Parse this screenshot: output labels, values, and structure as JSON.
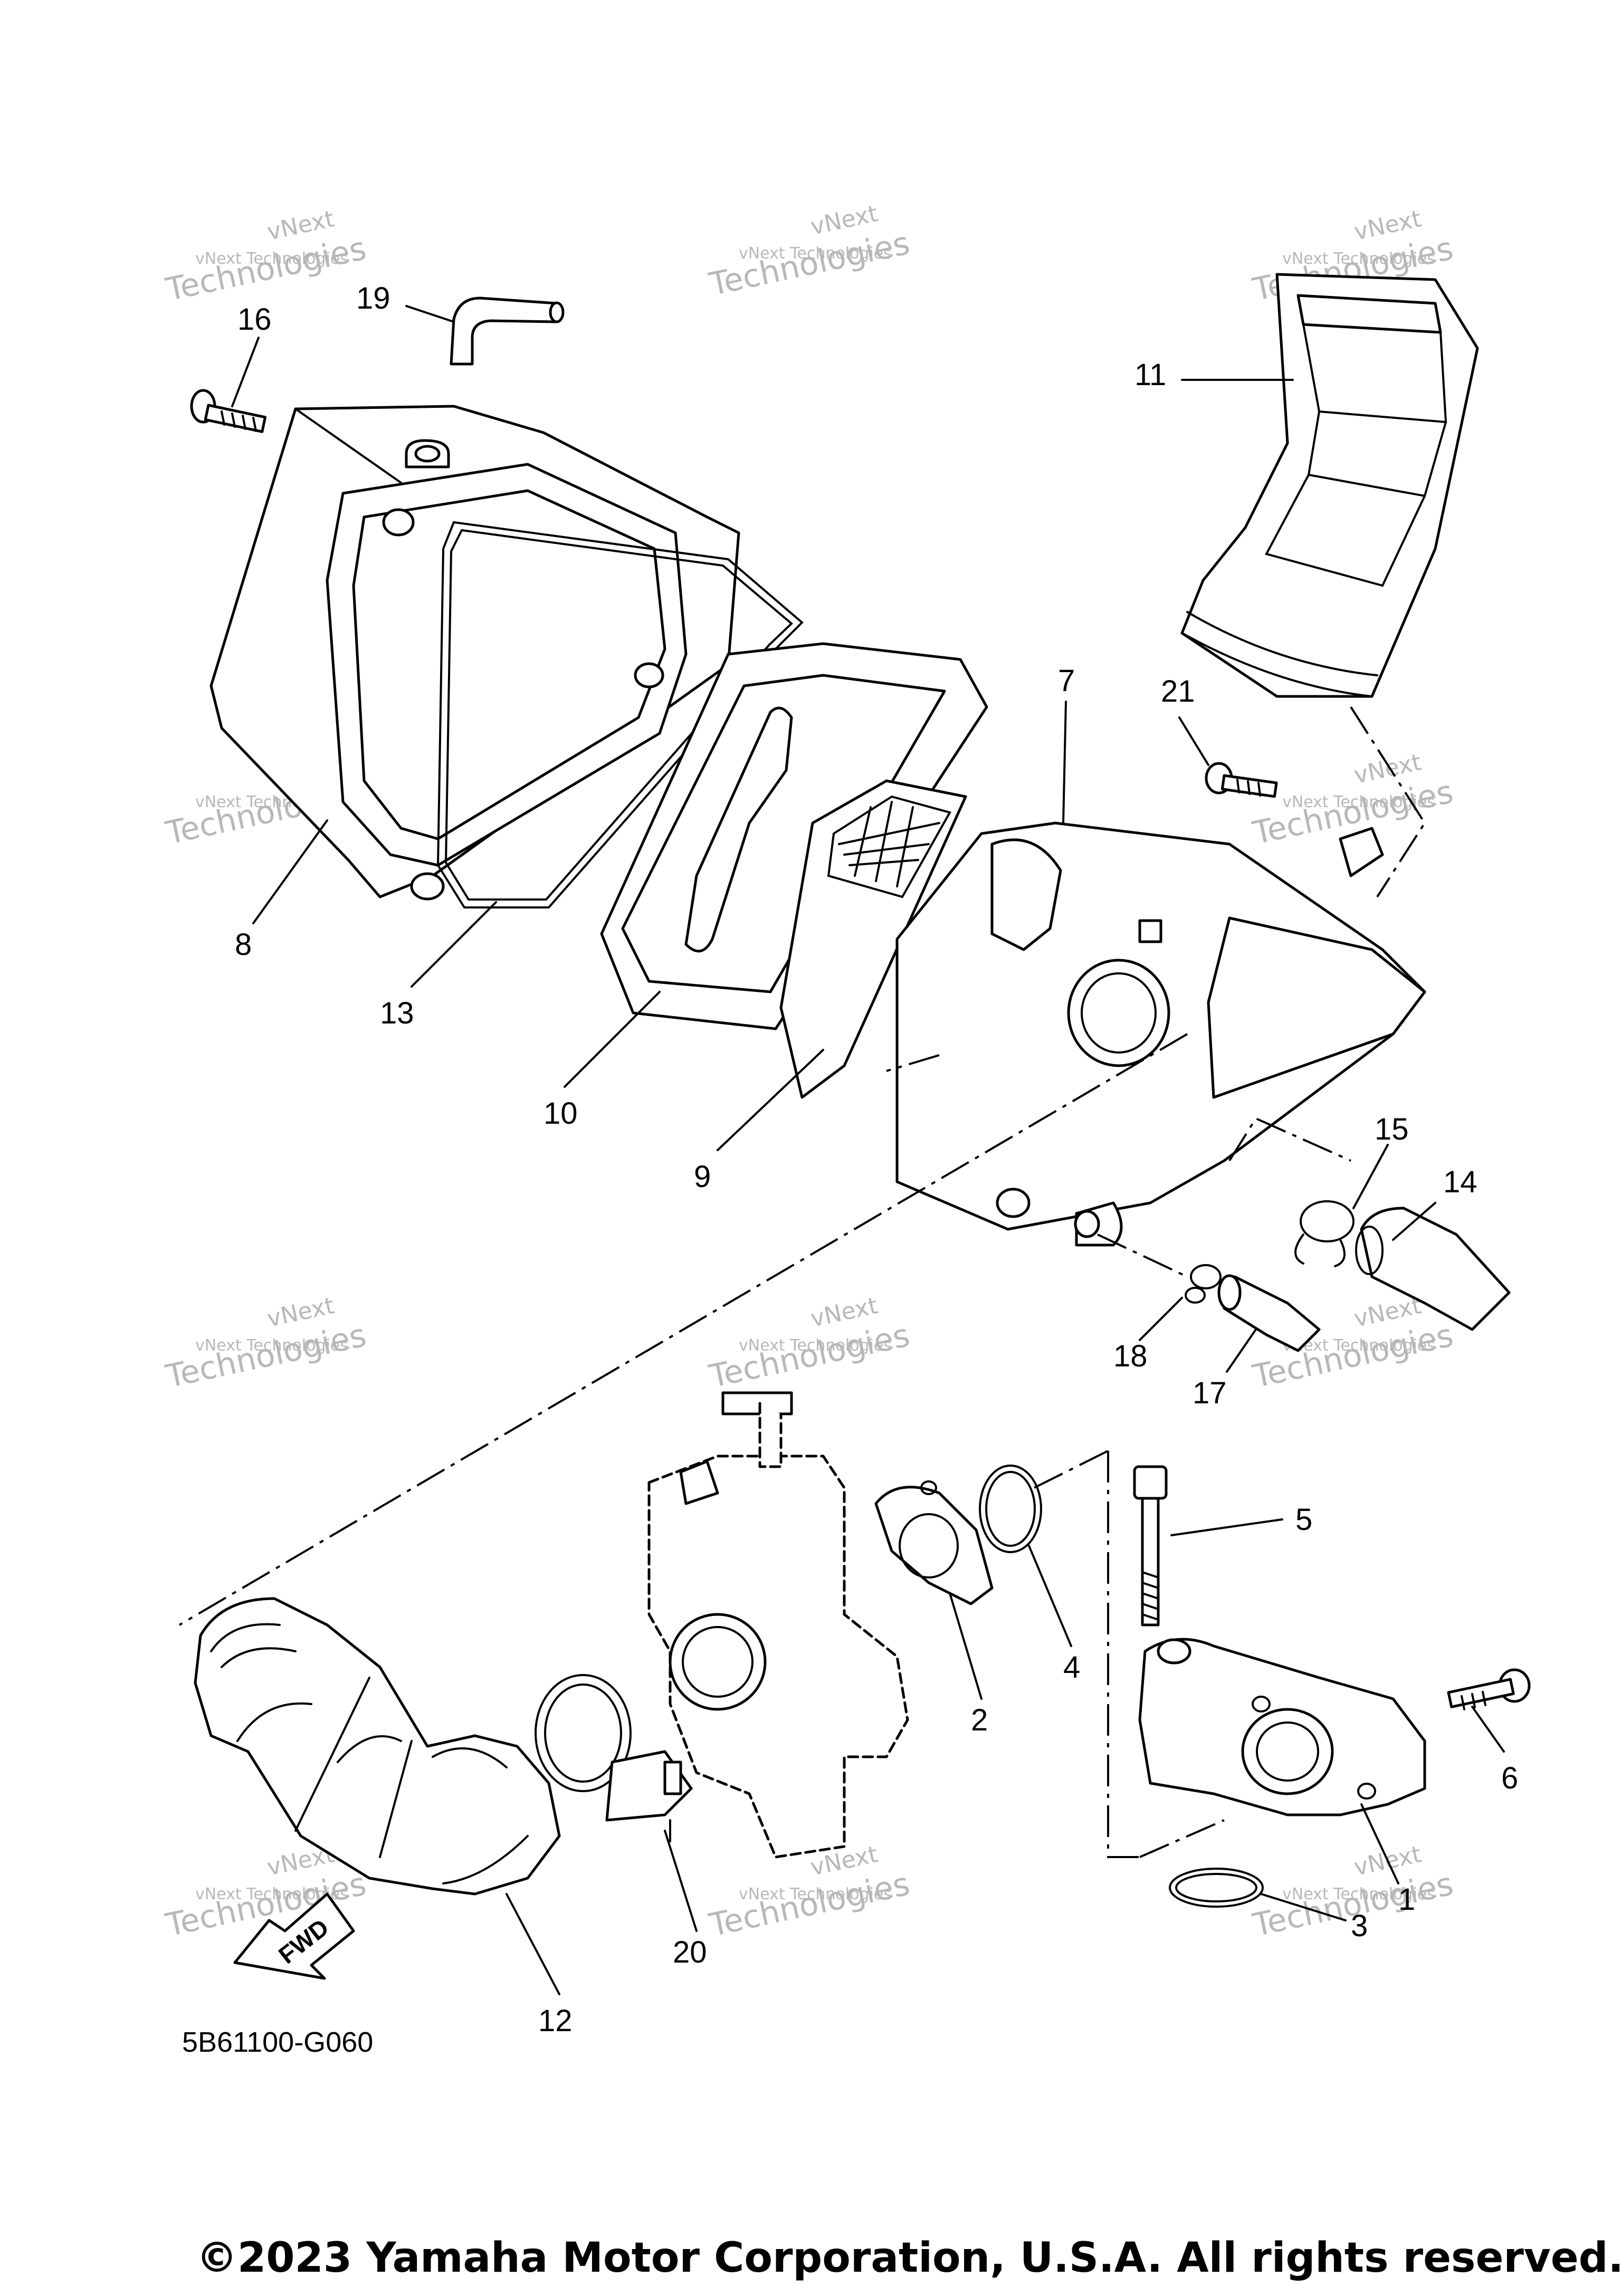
{
  "diagram": {
    "callouts": [
      "1",
      "2",
      "3",
      "4",
      "5",
      "6",
      "7",
      "8",
      "9",
      "10",
      "11",
      "12",
      "13",
      "14",
      "15",
      "16",
      "17",
      "18",
      "19",
      "20",
      "21"
    ],
    "fwd_label": "FWD",
    "part_code": "5B61100-G060",
    "copyright": "©2023 Yamaha Motor Corporation, U.S.A. All rights reserved.",
    "watermark": {
      "line1": "vNext Technologies",
      "line2": "vNext",
      "line3": "Technologies"
    }
  }
}
